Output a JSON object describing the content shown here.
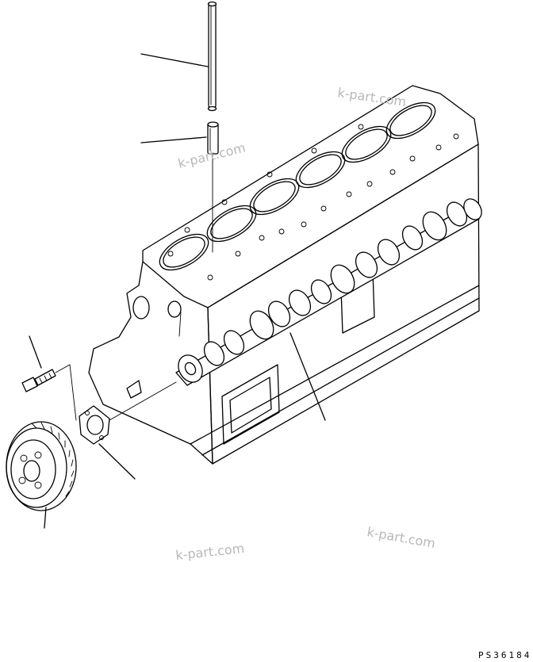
{
  "watermarks": [
    "k-part.com",
    "k-part.com",
    "k-part.com",
    "k-part.com"
  ],
  "drawing_code": "PS36184",
  "colors": {
    "line": "#000000",
    "background": "#ffffff",
    "watermark": "#b8b8b8"
  }
}
